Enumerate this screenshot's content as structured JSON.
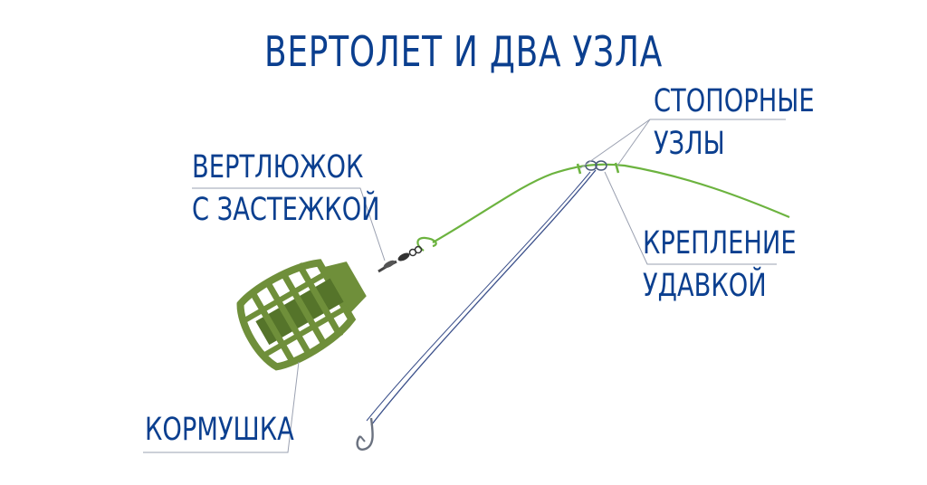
{
  "title": "ВЕРТОЛЕТ И ДВА УЗЛА",
  "labels": {
    "swivel": {
      "line1": "ВЕРТЛЮЖОК",
      "line2": "С ЗАСТЕЖКОЙ"
    },
    "stopper_knots": {
      "line1": "СТОПОРНЫЕ",
      "line2": "УЗЛЫ"
    },
    "attachment": {
      "line1": "КРЕПЛЕНИЕ",
      "line2": "УДАВКОЙ"
    },
    "feeder": {
      "line1": "КОРМУШКА"
    }
  },
  "colors": {
    "text": "#0b3f8f",
    "mainline": "#6cb33f",
    "feeder": "#6f8f3a",
    "feeder_dark": "#55742a",
    "leader": "#3a4f8a",
    "leader_line": "#9aa0b0"
  }
}
